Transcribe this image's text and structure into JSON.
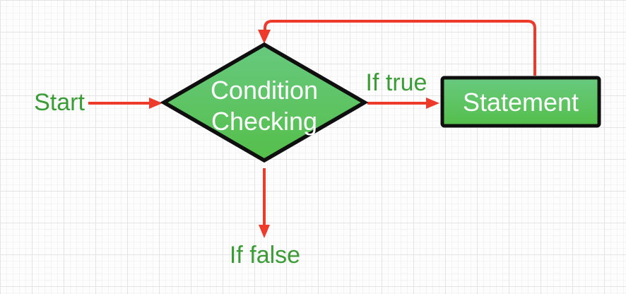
{
  "diagram": {
    "type": "flowchart",
    "start_label": "Start",
    "condition_node": {
      "shape": "diamond",
      "line1": "Condition",
      "line2": "Checking"
    },
    "statement_node": {
      "shape": "rectangle",
      "label": "Statement"
    },
    "true_branch_label": "If true",
    "false_branch_label": "If false"
  },
  "colors": {
    "arrow": "#ee3a2b",
    "label_text": "#3a9c35",
    "node_border": "#0f0f0f",
    "node_text": "#ffffff",
    "node_fill_top": "#68c97f",
    "node_fill_bottom": "#54bf4a",
    "background": "#fdfdfd",
    "grid_minor": "#f3f3f3",
    "grid_major": "#e4e4e4"
  }
}
